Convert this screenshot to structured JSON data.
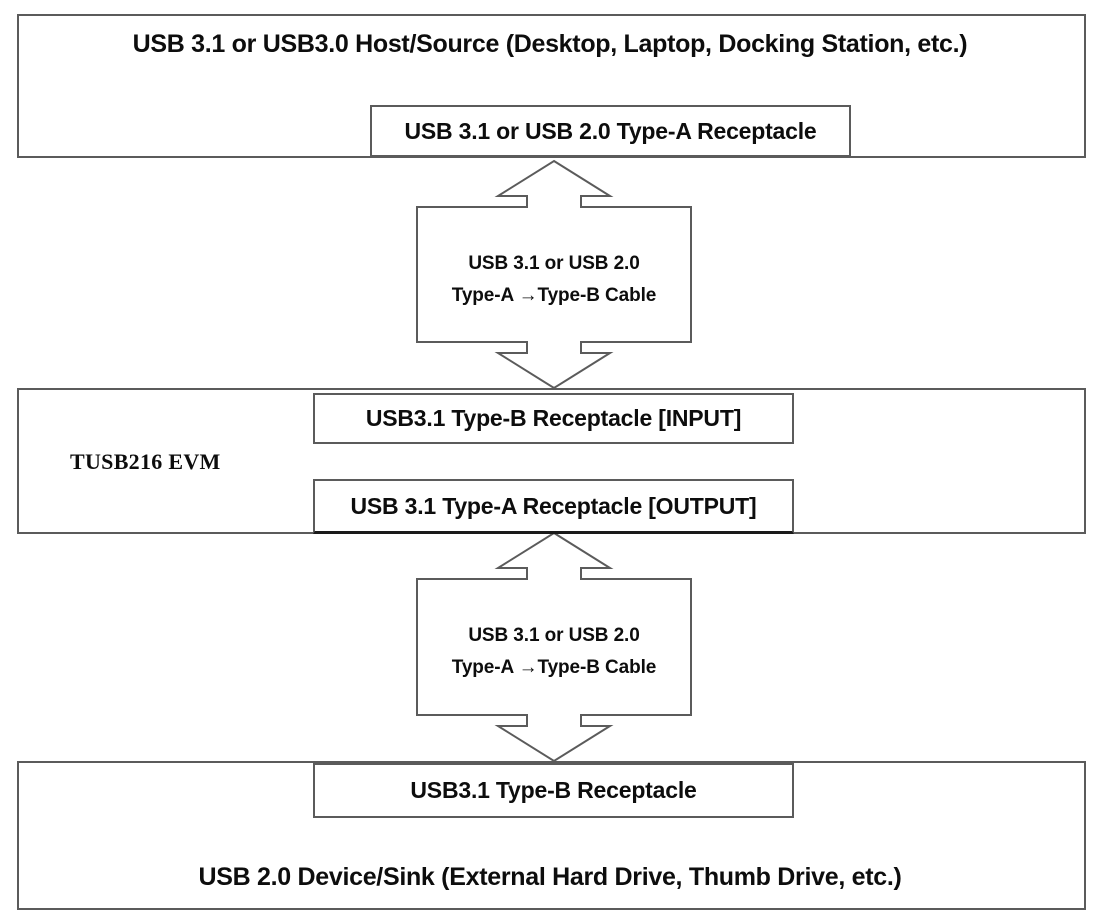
{
  "diagram": {
    "type": "block-diagram",
    "title": "USB 3.1 Host to TUSB216 EVM to USB Device connection block diagram"
  },
  "host": {
    "title": "USB 3.1 or USB3.0 Host/Source (Desktop, Laptop, Docking Station, etc.)",
    "receptacle": "USB 3.1 or USB 2.0 Type-A Receptacle"
  },
  "cable_top": {
    "line1": "USB 3.1 or USB 2.0",
    "line2": "Type-A →Type-B Cable",
    "direction": "bidirectional"
  },
  "evm": {
    "label": "TUSB216 EVM",
    "input_receptacle": "USB3.1 Type-B Receptacle [INPUT]",
    "output_receptacle": "USB 3.1 Type-A Receptacle [OUTPUT]"
  },
  "cable_bottom": {
    "line1": "USB 3.1 or USB 2.0",
    "line2": "Type-A →Type-B Cable",
    "direction": "bidirectional"
  },
  "device": {
    "receptacle": "USB3.1 Type-B Receptacle",
    "title": "USB 2.0 Device/Sink (External Hard Drive, Thumb Drive, etc.)"
  },
  "colors": {
    "background": "#ffffff",
    "stroke": "#5b5b5b",
    "text": "#0d0d0d",
    "emphasis_border": "#1a1a1a"
  }
}
